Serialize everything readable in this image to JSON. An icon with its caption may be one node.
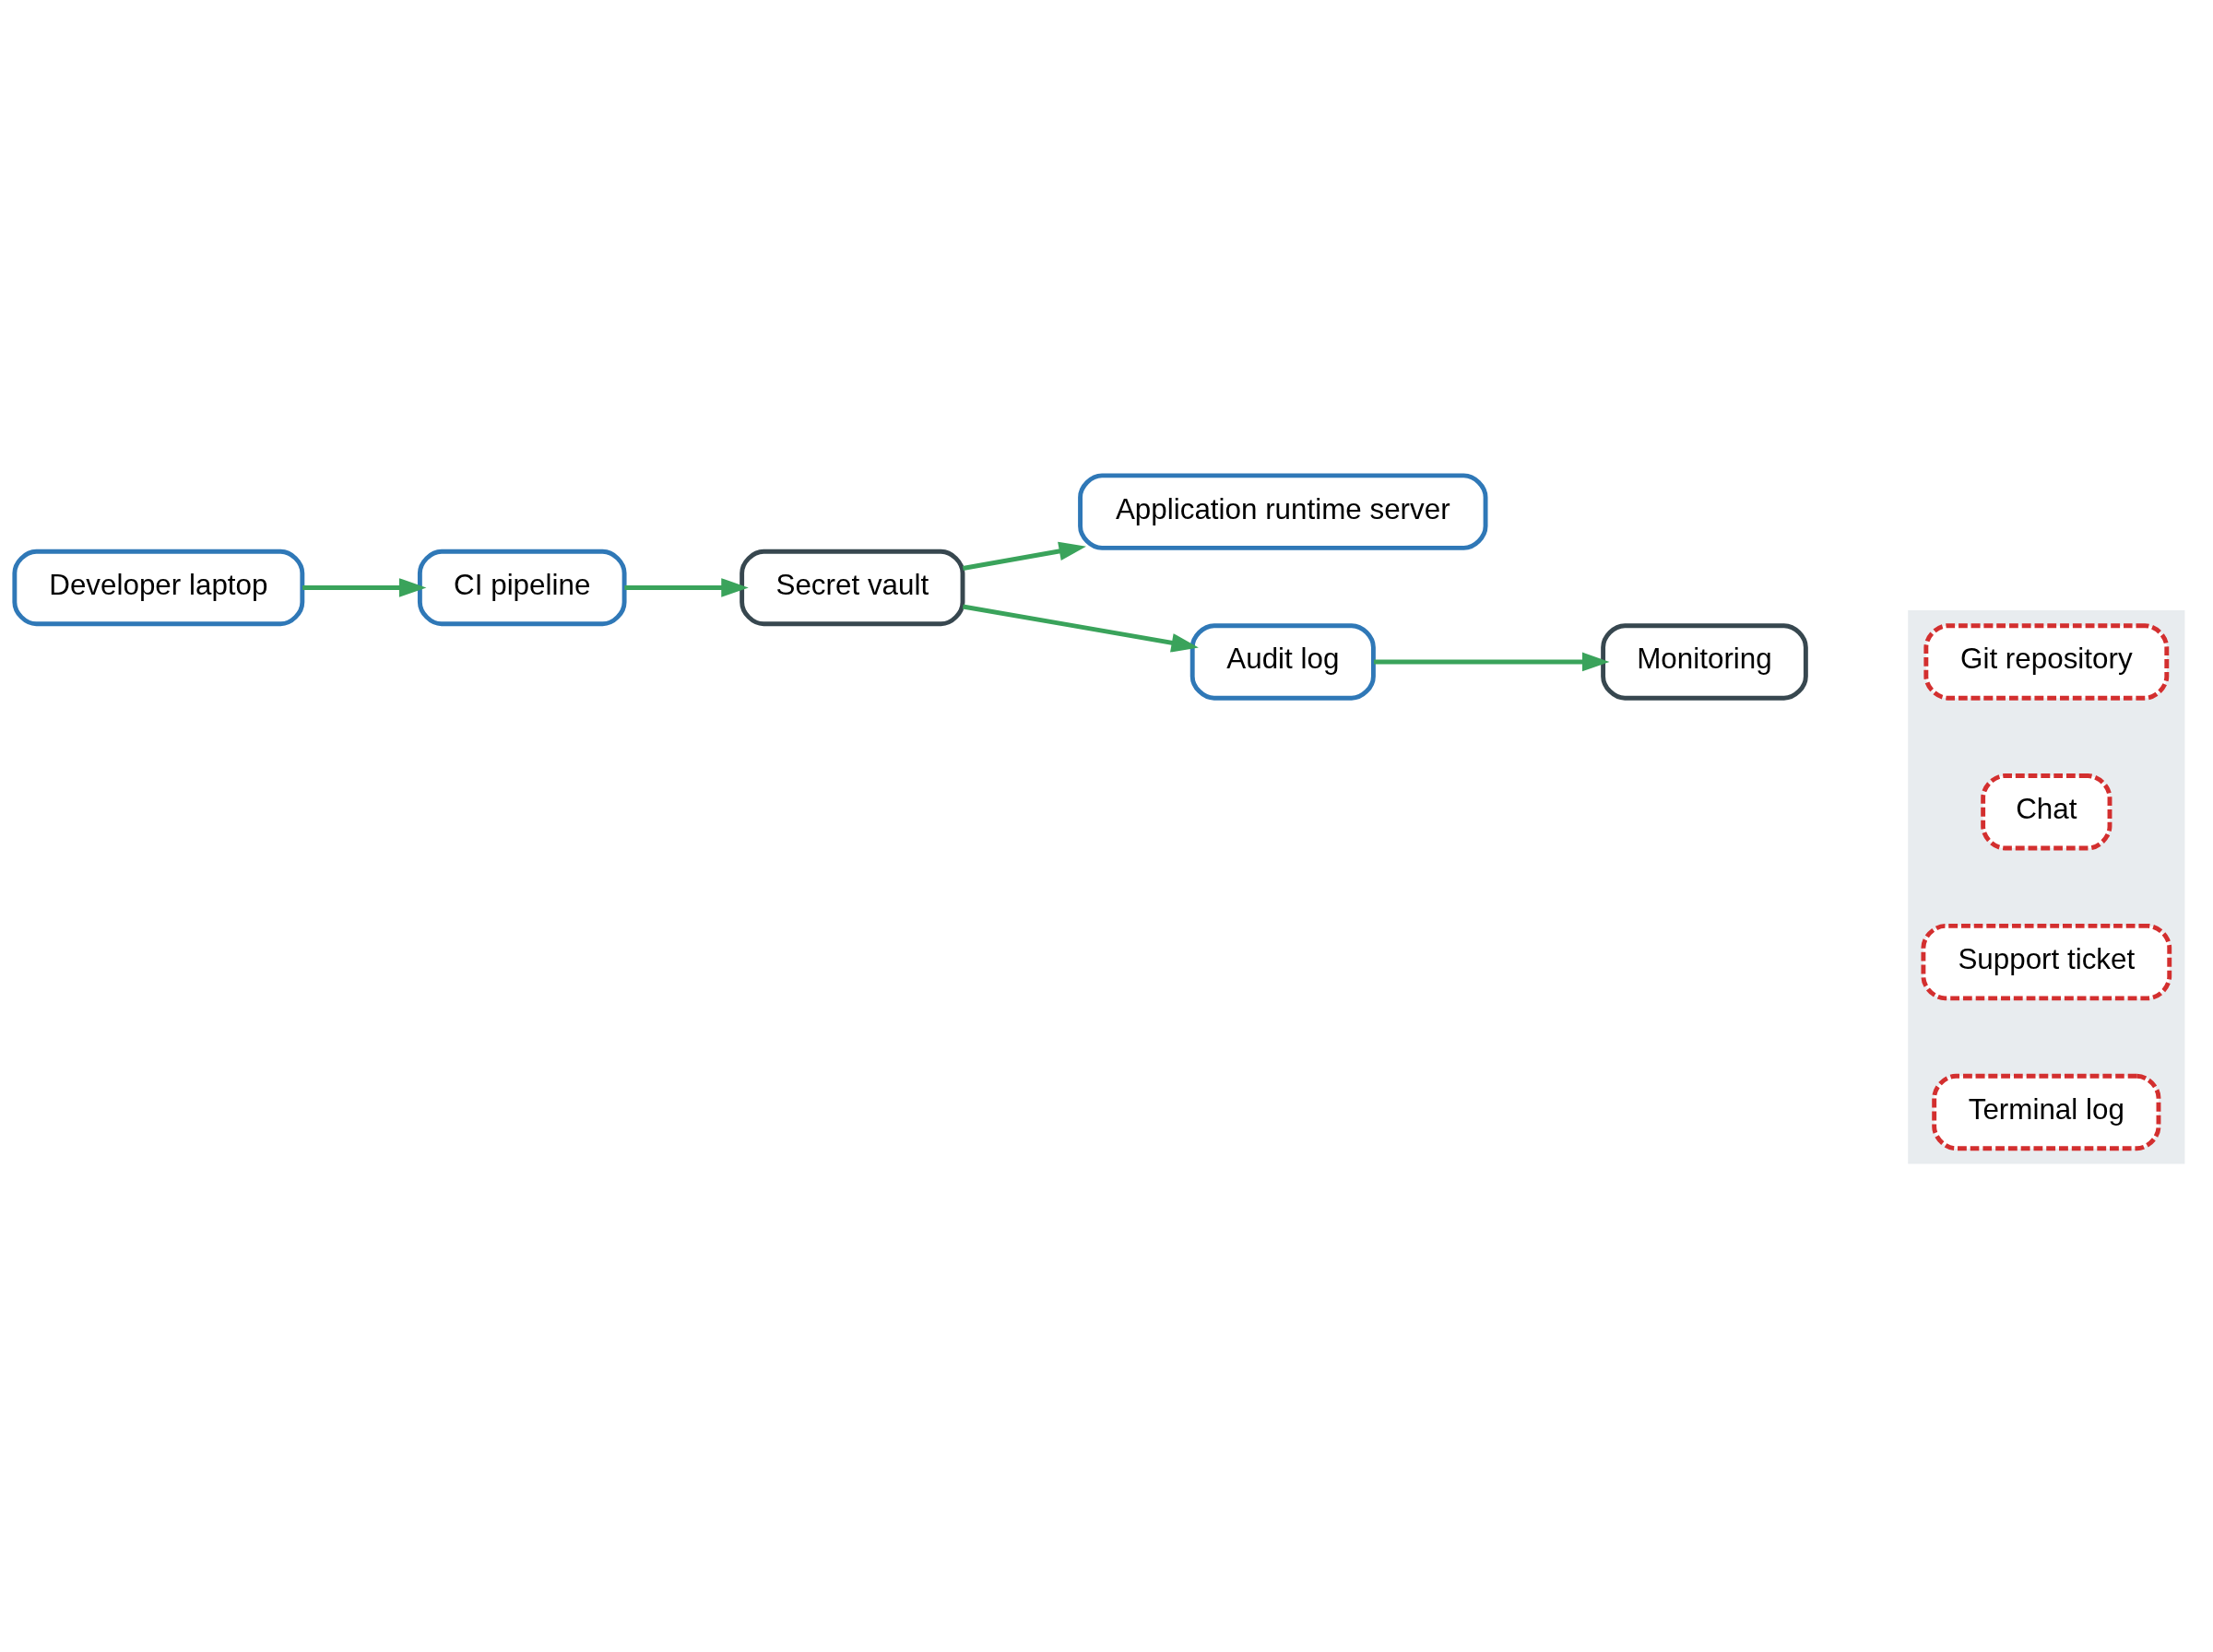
{
  "diagram": {
    "nodes": [
      {
        "text": [
          "Developer laptop"
        ]
      },
      {
        "text": [
          "CI pipeline"
        ]
      },
      {
        "text": [
          "Secret vault"
        ]
      },
      {
        "text": [
          "Application runtime server"
        ]
      },
      {
        "text": [
          "Audit log"
        ]
      },
      {
        "text": [
          "Monitoring"
        ]
      },
      {
        "text": [],
        "shape": "box"
      },
      {
        "text": [
          "Git repository"
        ],
        "in": 6
      },
      {
        "text": [
          "Chat"
        ],
        "in": 6
      },
      {
        "text": [
          "Support ticket"
        ],
        "in": 6
      },
      {
        "text": [
          "Terminal log"
        ],
        "in": 6
      }
    ],
    "edges": [
      {
        "from": 0,
        "to": 1,
        "arrow": "to"
      },
      {
        "from": 1,
        "to": 2,
        "arrow": "to"
      },
      {
        "from": 2,
        "to": 3,
        "arrow": "to"
      },
      {
        "from": 2,
        "to": 4,
        "arrow": "to"
      },
      {
        "from": 4,
        "to": 5,
        "arrow": "to"
      }
    ]
  }
}
